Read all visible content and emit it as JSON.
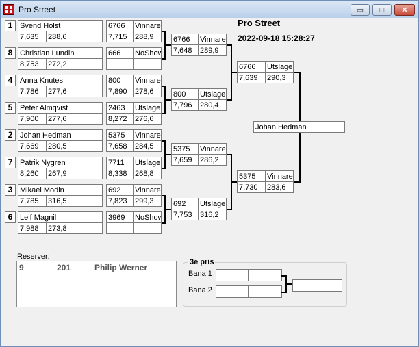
{
  "window": {
    "title": "Pro Street",
    "btn_minimize": "▭",
    "btn_maximize": "□",
    "btn_close": "✕"
  },
  "header": {
    "title": "Pro Street",
    "datetime": "2022-09-18 15:28:27"
  },
  "round1": [
    {
      "seed": "1",
      "name": "Svend Holst",
      "rt": "7,635",
      "speed": "288,6",
      "num": "6766",
      "status": "Vinnare",
      "time": "7,715",
      "spd2": "288,9"
    },
    {
      "seed": "8",
      "name": "Christian Lundin",
      "rt": "8,753",
      "speed": "272,2",
      "num": "666",
      "status": "NoShow",
      "time": "",
      "spd2": ""
    },
    {
      "seed": "4",
      "name": "Anna Knutes",
      "rt": "7,786",
      "speed": "277,6",
      "num": "800",
      "status": "Vinnare",
      "time": "7,890",
      "spd2": "278,6"
    },
    {
      "seed": "5",
      "name": "Peter Almqvist",
      "rt": "7,900",
      "speed": "277,6",
      "num": "2463",
      "status": "Utslagen",
      "time": "8,272",
      "spd2": "276,6"
    },
    {
      "seed": "2",
      "name": "Johan Hedman",
      "rt": "7,669",
      "speed": "280,5",
      "num": "5375",
      "status": "Vinnare",
      "time": "7,658",
      "spd2": "284,5"
    },
    {
      "seed": "7",
      "name": "Patrik Nygren",
      "rt": "8,260",
      "speed": "267,9",
      "num": "7711",
      "status": "Utslagen",
      "time": "8,338",
      "spd2": "268,8"
    },
    {
      "seed": "3",
      "name": "Mikael Modin",
      "rt": "7,785",
      "speed": "316,5",
      "num": "692",
      "status": "Vinnare",
      "time": "7,823",
      "spd2": "299,3"
    },
    {
      "seed": "6",
      "name": "Leif Magnil",
      "rt": "7,988",
      "speed": "273,8",
      "num": "3969",
      "status": "NoShow",
      "time": "",
      "spd2": ""
    }
  ],
  "round2": [
    {
      "num": "6766",
      "status": "Vinnare",
      "time": "7,648",
      "speed": "289,9"
    },
    {
      "num": "800",
      "status": "Utslagen",
      "time": "7,796",
      "speed": "280,4"
    },
    {
      "num": "5375",
      "status": "Vinnare",
      "time": "7,659",
      "speed": "286,2"
    },
    {
      "num": "692",
      "status": "Utslagen",
      "time": "7,753",
      "speed": "316,2"
    }
  ],
  "round3": [
    {
      "num": "6766",
      "status": "Utslagen",
      "time": "7,639",
      "speed": "290,3"
    },
    {
      "num": "5375",
      "status": "Vinnare",
      "time": "7,730",
      "speed": "283,6"
    }
  ],
  "winner": "Johan Hedman",
  "reserves": {
    "label": "Reserver:",
    "rows": [
      {
        "pos": "9",
        "num": "201",
        "name": "Philip Werner"
      }
    ]
  },
  "third_place": {
    "title": "3e pris",
    "lane1": "Bana 1",
    "lane2": "Bana 2"
  }
}
